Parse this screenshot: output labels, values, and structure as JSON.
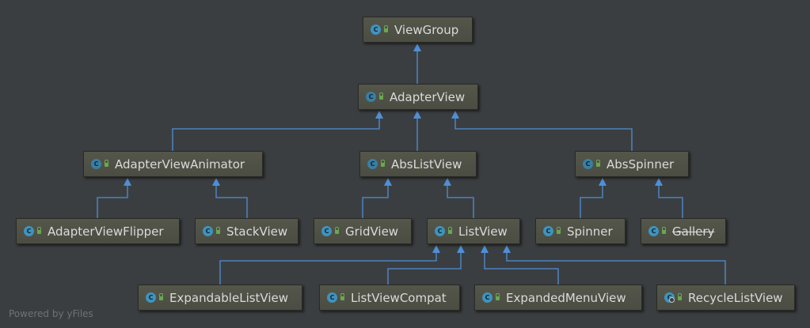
{
  "nodes": [
    {
      "id": "viewgroup",
      "label": "ViewGroup",
      "kind": "class"
    },
    {
      "id": "adapterview",
      "label": "AdapterView",
      "kind": "abstract"
    },
    {
      "id": "adapterviewanimator",
      "label": "AdapterViewAnimator",
      "kind": "abstract"
    },
    {
      "id": "abslistview",
      "label": "AbsListView",
      "kind": "abstract"
    },
    {
      "id": "absspinner",
      "label": "AbsSpinner",
      "kind": "abstract"
    },
    {
      "id": "adapterviewflipper",
      "label": "AdapterViewFlipper",
      "kind": "class"
    },
    {
      "id": "stackview",
      "label": "StackView",
      "kind": "class"
    },
    {
      "id": "gridview",
      "label": "GridView",
      "kind": "class"
    },
    {
      "id": "listview",
      "label": "ListView",
      "kind": "class"
    },
    {
      "id": "spinner",
      "label": "Spinner",
      "kind": "class"
    },
    {
      "id": "gallery",
      "label": "Gallery",
      "kind": "class",
      "deprecated": true
    },
    {
      "id": "expandablelistview",
      "label": "ExpandableListView",
      "kind": "class"
    },
    {
      "id": "listviewcompat",
      "label": "ListViewCompat",
      "kind": "class"
    },
    {
      "id": "expandedmenuview",
      "label": "ExpandedMenuView",
      "kind": "class-special"
    },
    {
      "id": "recyclelistview",
      "label": "RecycleListView",
      "kind": "class-inner"
    }
  ],
  "edges": [
    [
      "adapterview",
      "viewgroup"
    ],
    [
      "adapterviewanimator",
      "adapterview"
    ],
    [
      "abslistview",
      "adapterview"
    ],
    [
      "absspinner",
      "adapterview"
    ],
    [
      "adapterviewflipper",
      "adapterviewanimator"
    ],
    [
      "stackview",
      "adapterviewanimator"
    ],
    [
      "gridview",
      "abslistview"
    ],
    [
      "listview",
      "abslistview"
    ],
    [
      "spinner",
      "absspinner"
    ],
    [
      "gallery",
      "absspinner"
    ],
    [
      "expandablelistview",
      "listview"
    ],
    [
      "listviewcompat",
      "listview"
    ],
    [
      "expandedmenuview",
      "listview"
    ],
    [
      "recyclelistview",
      "listview"
    ]
  ],
  "footer": "Powered by yFiles",
  "colors": {
    "edge": "#4f8fd6",
    "background": "#3b3e40"
  }
}
